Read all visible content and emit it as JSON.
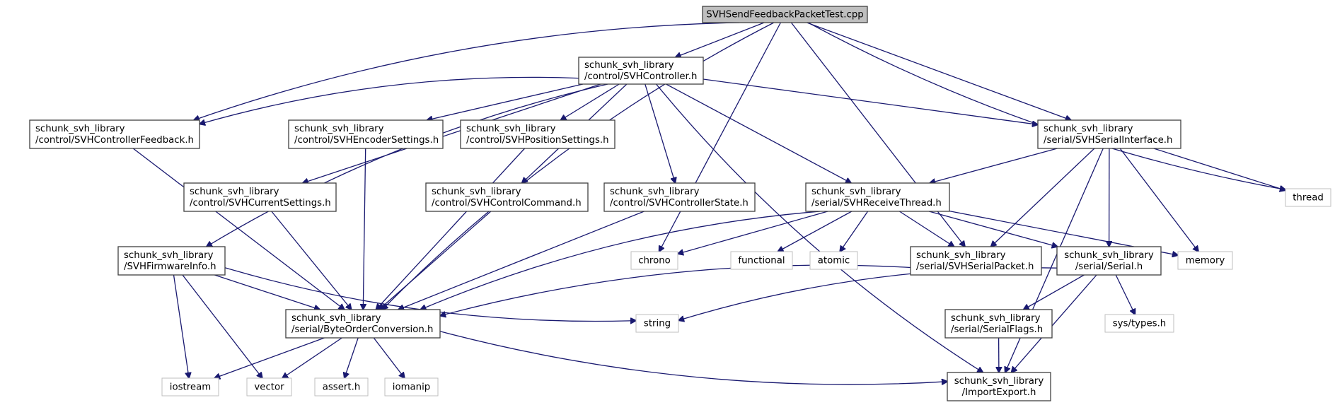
{
  "title": "SVHSendFeedbackPacketTest.cpp include dependency graph",
  "colors": {
    "edge": "#191970",
    "root_fill": "#bfbfbf",
    "internal_border": "#404040",
    "external_border": "#bfbfbf"
  },
  "nodes": [
    {
      "id": "root",
      "kind": "root",
      "lines": [
        "SVHSendFeedbackPacketTest.cpp"
      ]
    },
    {
      "id": "controller",
      "kind": "internal",
      "lines": [
        "schunk_svh_library",
        "/control/SVHController.h"
      ]
    },
    {
      "id": "ctrlfeedback",
      "kind": "internal",
      "lines": [
        "schunk_svh_library",
        "/control/SVHControllerFeedback.h"
      ]
    },
    {
      "id": "encoder",
      "kind": "internal",
      "lines": [
        "schunk_svh_library",
        "/control/SVHEncoderSettings.h"
      ]
    },
    {
      "id": "position",
      "kind": "internal",
      "lines": [
        "schunk_svh_library",
        "/control/SVHPositionSettings.h"
      ]
    },
    {
      "id": "serialiface",
      "kind": "internal",
      "lines": [
        "schunk_svh_library",
        "/serial/SVHSerialInterface.h"
      ]
    },
    {
      "id": "current",
      "kind": "internal",
      "lines": [
        "schunk_svh_library",
        "/control/SVHCurrentSettings.h"
      ]
    },
    {
      "id": "ctrlcommand",
      "kind": "internal",
      "lines": [
        "schunk_svh_library",
        "/control/SVHControlCommand.h"
      ]
    },
    {
      "id": "ctrlstate",
      "kind": "internal",
      "lines": [
        "schunk_svh_library",
        "/control/SVHControllerState.h"
      ]
    },
    {
      "id": "recvthread",
      "kind": "internal",
      "lines": [
        "schunk_svh_library",
        "/serial/SVHReceiveThread.h"
      ]
    },
    {
      "id": "thread",
      "kind": "external",
      "lines": [
        "thread"
      ]
    },
    {
      "id": "firmware",
      "kind": "internal",
      "lines": [
        "schunk_svh_library",
        "/SVHFirmwareInfo.h"
      ]
    },
    {
      "id": "chrono",
      "kind": "external",
      "lines": [
        "chrono"
      ]
    },
    {
      "id": "functional",
      "kind": "external",
      "lines": [
        "functional"
      ]
    },
    {
      "id": "atomic",
      "kind": "external",
      "lines": [
        "atomic"
      ]
    },
    {
      "id": "serialpacket",
      "kind": "internal",
      "lines": [
        "schunk_svh_library",
        "/serial/SVHSerialPacket.h"
      ]
    },
    {
      "id": "serial",
      "kind": "internal",
      "lines": [
        "schunk_svh_library",
        "/serial/Serial.h"
      ]
    },
    {
      "id": "memory",
      "kind": "external",
      "lines": [
        "memory"
      ]
    },
    {
      "id": "byteorder",
      "kind": "internal",
      "lines": [
        "schunk_svh_library",
        "/serial/ByteOrderConversion.h"
      ]
    },
    {
      "id": "string",
      "kind": "external",
      "lines": [
        "string"
      ]
    },
    {
      "id": "serialflags",
      "kind": "internal",
      "lines": [
        "schunk_svh_library",
        "/serial/SerialFlags.h"
      ]
    },
    {
      "id": "systypes",
      "kind": "external",
      "lines": [
        "sys/types.h"
      ]
    },
    {
      "id": "iostream",
      "kind": "external",
      "lines": [
        "iostream"
      ]
    },
    {
      "id": "vector",
      "kind": "external",
      "lines": [
        "vector"
      ]
    },
    {
      "id": "asserth",
      "kind": "external",
      "lines": [
        "assert.h"
      ]
    },
    {
      "id": "iomanip",
      "kind": "external",
      "lines": [
        "iomanip"
      ]
    },
    {
      "id": "importexport",
      "kind": "internal",
      "lines": [
        "schunk_svh_library",
        "/ImportExport.h"
      ]
    }
  ],
  "edges": [
    [
      "root",
      "controller"
    ],
    [
      "root",
      "ctrlfeedback"
    ],
    [
      "root",
      "serialiface"
    ],
    [
      "root",
      "byteorder"
    ],
    [
      "root",
      "chrono"
    ],
    [
      "root",
      "serialpacket"
    ],
    [
      "root",
      "thread"
    ],
    [
      "controller",
      "ctrlfeedback"
    ],
    [
      "controller",
      "encoder"
    ],
    [
      "controller",
      "position"
    ],
    [
      "controller",
      "serialiface"
    ],
    [
      "controller",
      "current"
    ],
    [
      "controller",
      "ctrlcommand"
    ],
    [
      "controller",
      "ctrlstate"
    ],
    [
      "controller",
      "recvthread"
    ],
    [
      "controller",
      "firmware"
    ],
    [
      "controller",
      "importexport"
    ],
    [
      "ctrlfeedback",
      "byteorder"
    ],
    [
      "encoder",
      "byteorder"
    ],
    [
      "position",
      "byteorder"
    ],
    [
      "current",
      "byteorder"
    ],
    [
      "ctrlcommand",
      "byteorder"
    ],
    [
      "ctrlstate",
      "byteorder"
    ],
    [
      "serialiface",
      "recvthread"
    ],
    [
      "serialiface",
      "serialpacket"
    ],
    [
      "serialiface",
      "serial"
    ],
    [
      "serialiface",
      "memory"
    ],
    [
      "serialiface",
      "thread"
    ],
    [
      "serialiface",
      "importexport"
    ],
    [
      "recvthread",
      "chrono"
    ],
    [
      "recvthread",
      "functional"
    ],
    [
      "recvthread",
      "atomic"
    ],
    [
      "recvthread",
      "serialpacket"
    ],
    [
      "recvthread",
      "serial"
    ],
    [
      "recvthread",
      "memory"
    ],
    [
      "recvthread",
      "byteorder"
    ],
    [
      "firmware",
      "byteorder"
    ],
    [
      "firmware",
      "string"
    ],
    [
      "firmware",
      "iostream"
    ],
    [
      "firmware",
      "vector"
    ],
    [
      "serialpacket",
      "byteorder"
    ],
    [
      "serial",
      "string"
    ],
    [
      "serial",
      "serialflags"
    ],
    [
      "serial",
      "systypes"
    ],
    [
      "serial",
      "importexport"
    ],
    [
      "serialflags",
      "importexport"
    ],
    [
      "byteorder",
      "iostream"
    ],
    [
      "byteorder",
      "vector"
    ],
    [
      "byteorder",
      "asserth"
    ],
    [
      "byteorder",
      "iomanip"
    ],
    [
      "byteorder",
      "importexport"
    ]
  ]
}
